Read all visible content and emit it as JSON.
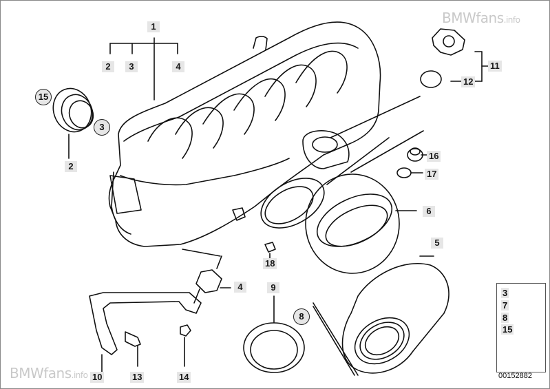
{
  "watermark_top": "BMWfans",
  "watermark_top_suffix": ".info",
  "watermark_bottom": "BMWfans",
  "watermark_bottom_suffix": ".info",
  "callouts": {
    "c1": "1",
    "c2a": "2",
    "c3a": "3",
    "c4a": "4",
    "c2b": "2",
    "c4b": "4",
    "c5": "5",
    "c6": "6",
    "c9": "9",
    "c10": "10",
    "c11": "11",
    "c12": "12",
    "c13": "13",
    "c14": "14",
    "c16": "16",
    "c17": "17",
    "c18": "18"
  },
  "circled": {
    "c15": "15",
    "c3b": "3",
    "c8": "8"
  },
  "kit": {
    "n1": "3",
    "n2": "7",
    "n3": "8",
    "n4": "15"
  },
  "reference_number": "00152882"
}
